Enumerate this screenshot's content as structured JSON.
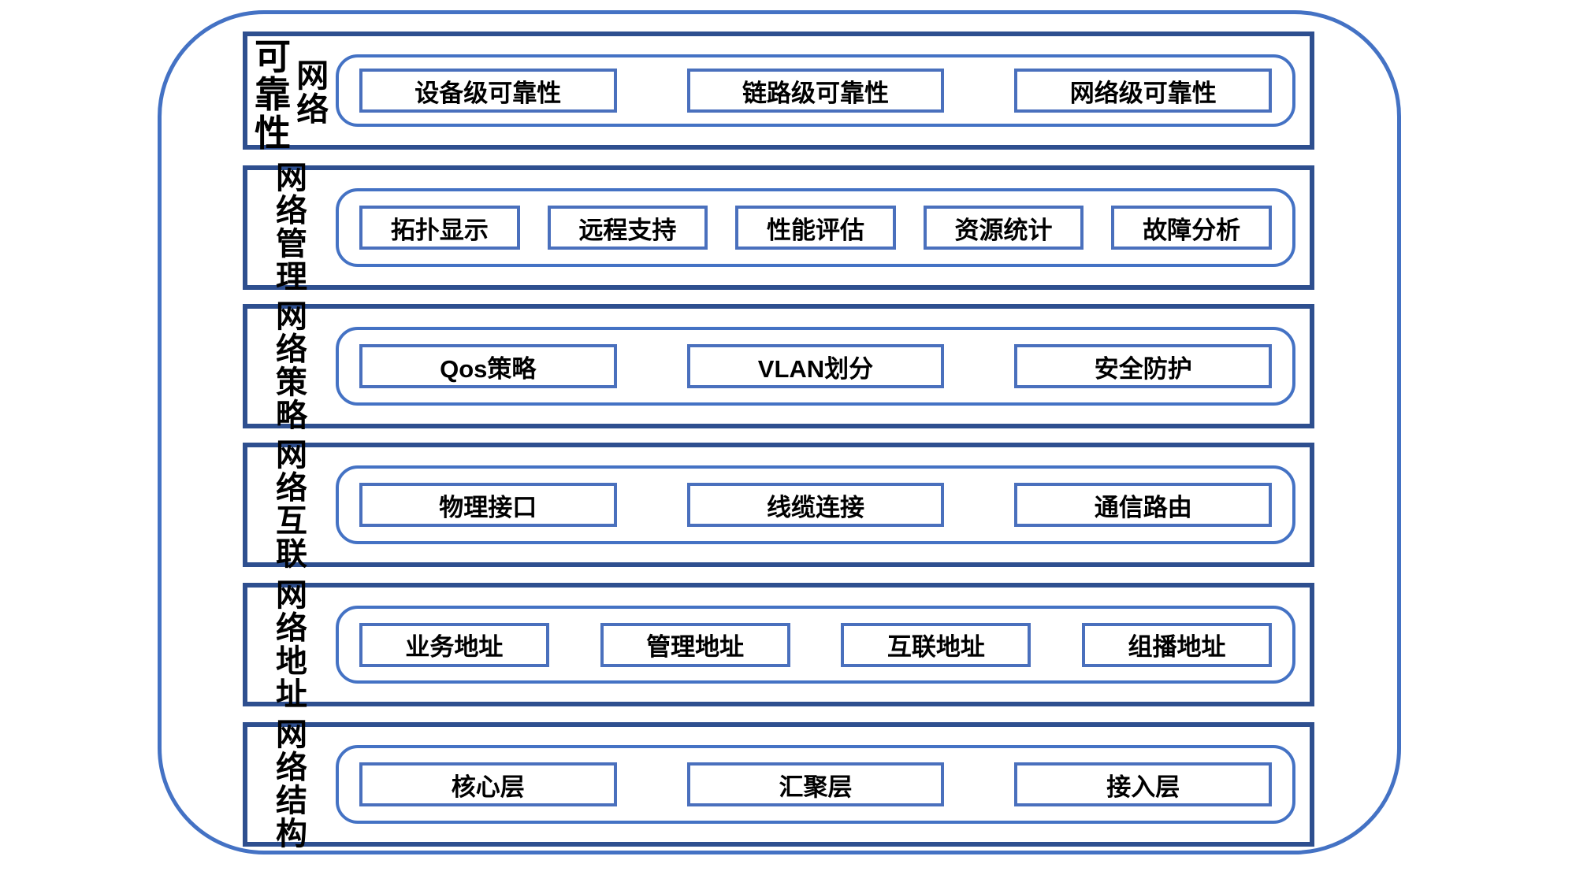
{
  "diagram": {
    "title": "network-architecture-layers",
    "colors": {
      "outer_border": "#4472c4",
      "row_border": "#2e4f8f",
      "container_border": "#4472c4",
      "box_border": "#4a70bd",
      "text": "#000000",
      "background": "#ffffff"
    },
    "rows": [
      {
        "label": "网络可靠性",
        "label_parts": [
          "可靠性",
          "网络"
        ],
        "items": [
          "设备级可靠性",
          "链路级可靠性",
          "网络级可靠性"
        ]
      },
      {
        "label": "网络管理",
        "label_parts": [
          "网络管理"
        ],
        "items": [
          "拓扑显示",
          "远程支持",
          "性能评估",
          "资源统计",
          "故障分析"
        ]
      },
      {
        "label": "网络策略",
        "label_parts": [
          "网络策略"
        ],
        "items": [
          "Qos策略",
          "VLAN划分",
          "安全防护"
        ]
      },
      {
        "label": "网络互联",
        "label_parts": [
          "网络互联"
        ],
        "items": [
          "物理接口",
          "线缆连接",
          "通信路由"
        ]
      },
      {
        "label": "网络地址",
        "label_parts": [
          "网络地址"
        ],
        "items": [
          "业务地址",
          "管理地址",
          "互联地址",
          "组播地址"
        ]
      },
      {
        "label": "网络结构",
        "label_parts": [
          "网络结构"
        ],
        "items": [
          "核心层",
          "汇聚层",
          "接入层"
        ]
      }
    ]
  }
}
